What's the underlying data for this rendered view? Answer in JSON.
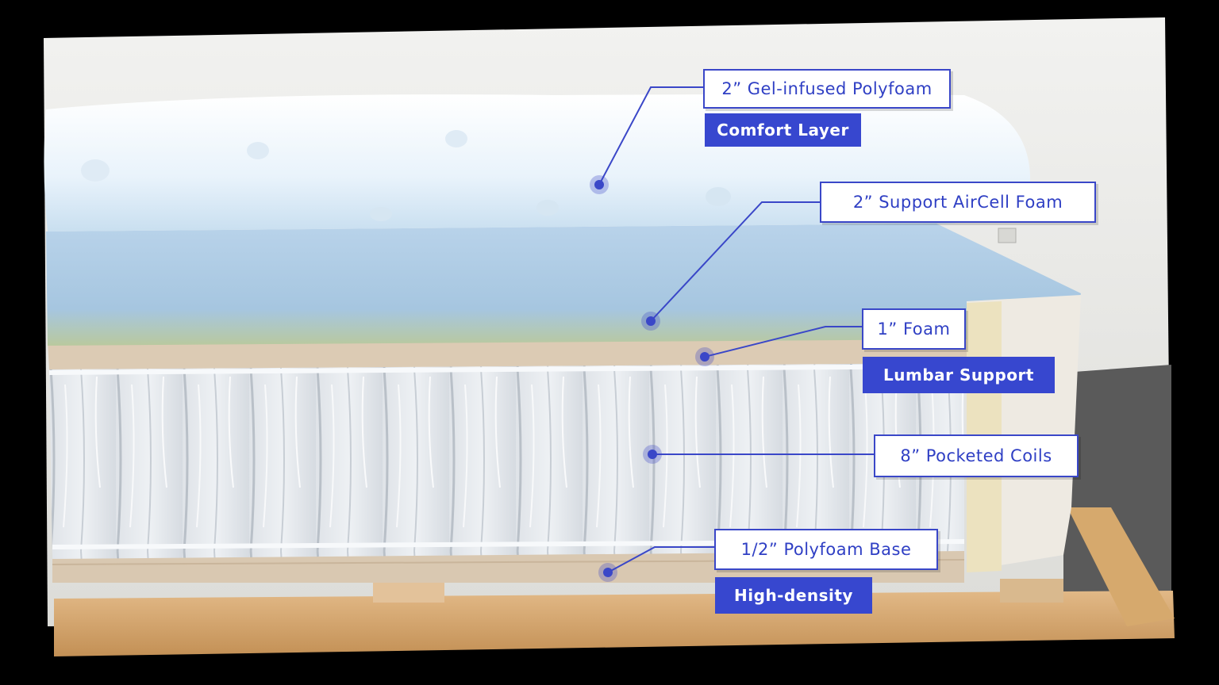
{
  "photo": {
    "subject": "mattress-cross-section",
    "colors": {
      "background": "#000000",
      "wall": "#e8e8e6",
      "comfort_foam": "#eef5fb",
      "aircell_foam": "#a9c9e3",
      "beige_foam": "#d8c6ae",
      "coils_fabric": "#e6eaee",
      "wood_frame": "#d4a66c",
      "accent": "#3747cf"
    }
  },
  "callouts": {
    "gel_polyfoam": {
      "label": "2” Gel-infused Polyfoam",
      "tag": "Comfort Layer"
    },
    "aircell": {
      "label": "2” Support AirCell Foam"
    },
    "one_inch_foam": {
      "label": "1” Foam",
      "tag": "Lumbar Support"
    },
    "coils": {
      "label": "8” Pocketed Coils"
    },
    "base": {
      "label": "1/2” Polyfoam Base",
      "tag": "High-density"
    }
  }
}
